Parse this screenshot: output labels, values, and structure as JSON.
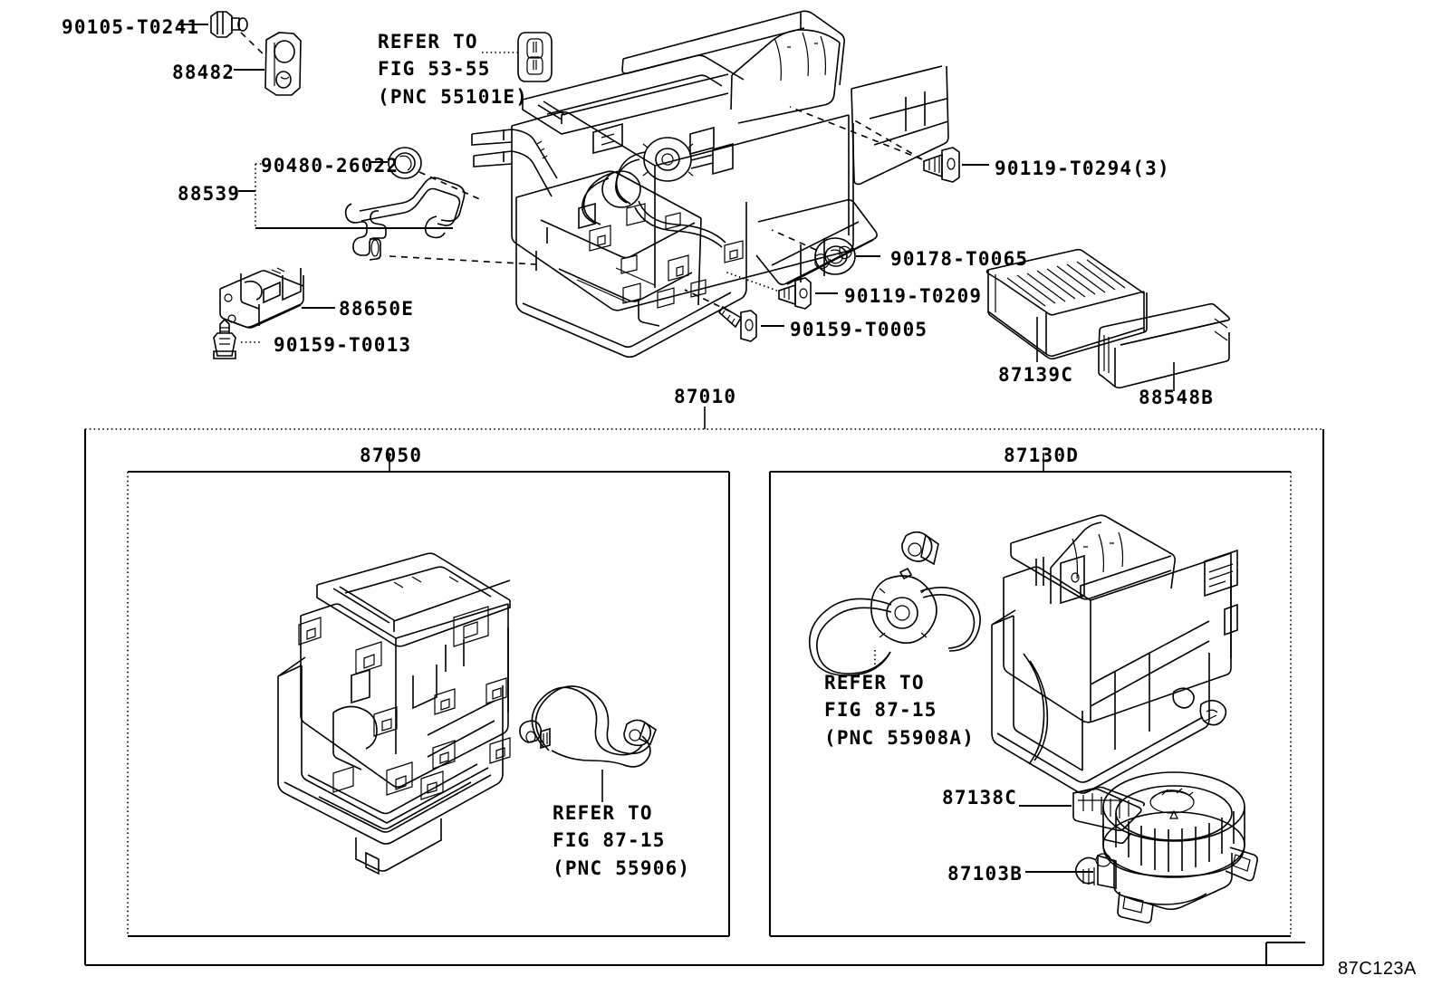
{
  "diagram": {
    "id_code": "87C123A",
    "callouts": [
      {
        "key": "c1",
        "text": "90105-T0241"
      },
      {
        "key": "c2",
        "text": "88482"
      },
      {
        "key": "c3",
        "text": "REFER TO\nFIG 53-55\n(PNC 55101E)"
      },
      {
        "key": "c4",
        "text": "90480-26022"
      },
      {
        "key": "c5",
        "text": "88539"
      },
      {
        "key": "c6",
        "text": "90119-T0294(3)"
      },
      {
        "key": "c7",
        "text": "90178-T0065"
      },
      {
        "key": "c8",
        "text": "90119-T0209"
      },
      {
        "key": "c9",
        "text": "90159-T0005"
      },
      {
        "key": "c10",
        "text": "88650E"
      },
      {
        "key": "c11",
        "text": "90159-T0013"
      },
      {
        "key": "c12",
        "text": "87139C"
      },
      {
        "key": "c13",
        "text": "88548B"
      },
      {
        "key": "c14",
        "text": "87010"
      },
      {
        "key": "c15",
        "text": "87050"
      },
      {
        "key": "c16",
        "text": "87130D"
      },
      {
        "key": "c17",
        "text": "REFER TO\nFIG 87-15\n(PNC 55906)"
      },
      {
        "key": "c18",
        "text": "REFER TO\nFIG 87-15\n(PNC 55908A)"
      },
      {
        "key": "c19",
        "text": "87138C"
      },
      {
        "key": "c20",
        "text": "87103B"
      }
    ],
    "labels": {
      "bolt_90105_T0241": "90105-T0241",
      "bracket_88482": "88482",
      "refer_5355": "REFER TO\nFIG 53-55\n(PNC 55101E)",
      "grommet_90480": "90480-26022",
      "hose_88539": "88539",
      "screw_90119_T0294": "90119-T0294(3)",
      "clip_90178_T0065": "90178-T0065",
      "screw_90119_T0209": "90119-T0209",
      "screw_90159_T0005": "90159-T0005",
      "bracket_88650E": "88650E",
      "screw_90159_T0013": "90159-T0013",
      "filter_87139C": "87139C",
      "cover_88548B": "88548B",
      "assy_87010": "87010",
      "case_87050": "87050",
      "blower_case_87130D": "87130D",
      "refer_8715_55906": "REFER TO\nFIG 87-15\n(PNC 55906)",
      "refer_8715_55908A": "REFER TO\nFIG 87-15\n(PNC 55908A)",
      "resistor_87138C": "87138C",
      "motor_87103B": "87103B"
    }
  }
}
